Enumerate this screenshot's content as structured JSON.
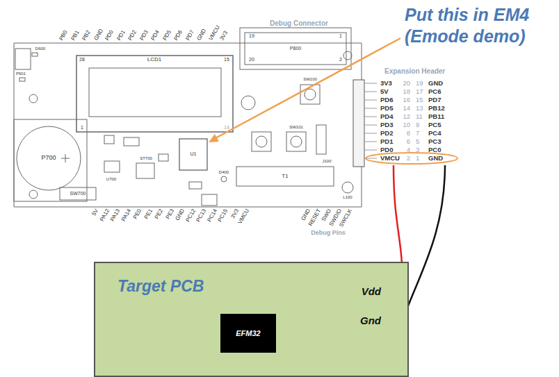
{
  "diagram": {
    "nodes": [
      {
        "text": [
          "Target PCB"
        ]
      },
      {
        "text": [
          "EFM32"
        ],
        "in": 0
      }
    ],
    "labels": [
      "Put this in EM4 (Emode demo)",
      "Debug Connector",
      "Expansion Header",
      "3V3",
      "20",
      "19",
      "GND",
      "5V",
      "18",
      "17",
      "PC6",
      "PD6",
      "16",
      "15",
      "PD7",
      "PD5",
      "14",
      "13",
      "PB12",
      "PD4",
      "12",
      "11",
      "PB11",
      "PD3",
      "10",
      "9",
      "PC5",
      "PD2",
      "8",
      "7",
      "PC4",
      "PD1",
      "6",
      "5",
      "PC3",
      "PD0",
      "4",
      "3",
      "PC0",
      "VMCU",
      "2",
      "1",
      "GND",
      "LCD1",
      "28",
      "15",
      "1",
      "14",
      "19",
      "20",
      "1",
      "2",
      "P800",
      "P700",
      "SW700",
      "SW100",
      "SW101",
      "U1",
      "J100",
      "T1",
      "L100",
      "D400",
      "ST700",
      "D600",
      "P601",
      "U700",
      "Debug Pins",
      "PB0",
      "PB1",
      "PB2",
      "GND",
      "PD0",
      "PD1",
      "PD2",
      "PD3",
      "PD4",
      "PD5",
      "PD6",
      "PD7",
      "GND",
      "VMCU",
      "3V3",
      "5V",
      "PA12",
      "PA13",
      "PA14",
      "PE0",
      "PE1",
      "PE2",
      "PE3",
      "GND",
      "PC12",
      "PC13",
      "PC14",
      "PC15",
      "3V3",
      "VMCU",
      "GND",
      "RESET",
      "SWO",
      "SWDIO",
      "SWCLK",
      "Vdd",
      "Gnd"
    ]
  }
}
